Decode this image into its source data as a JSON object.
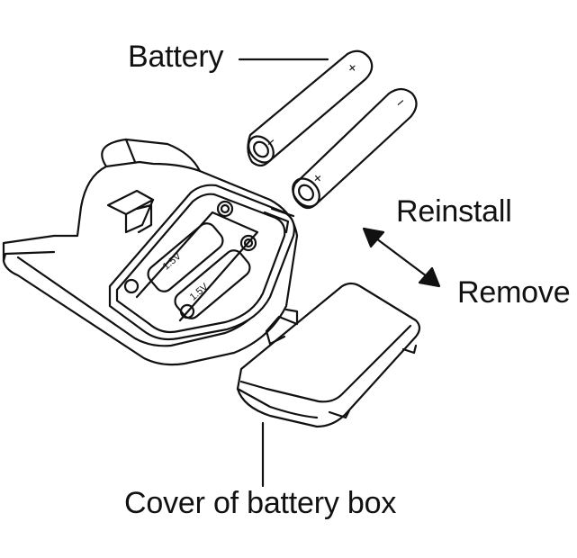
{
  "labels": {
    "battery": "Battery",
    "reinstall": "Reinstall",
    "remove": "Remove",
    "cover": "Cover of battery box"
  },
  "battery_marks": {
    "plus": "+",
    "minus": "−"
  },
  "compartment_marks": {
    "cell_a": "1.5V",
    "cell_b": "1.5V"
  },
  "icons": {
    "double_arrow": "bidirectional-arrow-icon"
  },
  "colors": {
    "line": "#111111",
    "background": "#ffffff"
  }
}
